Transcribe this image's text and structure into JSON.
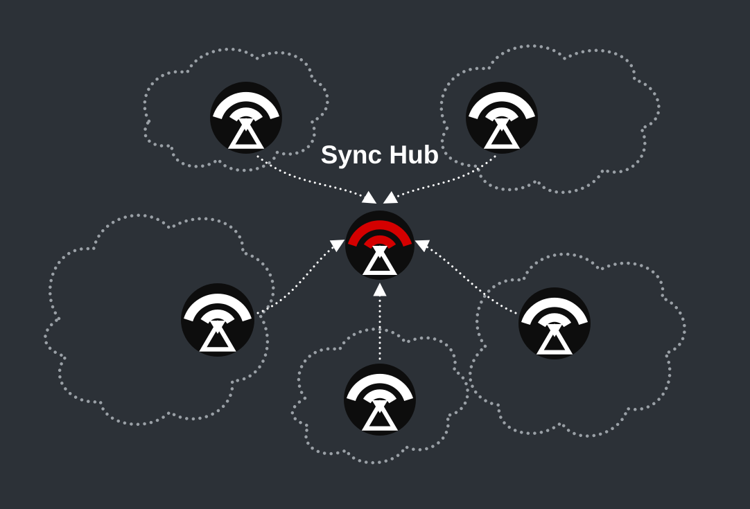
{
  "diagram": {
    "title": "Sync Hub",
    "type": "sync-topology",
    "colors": {
      "background": "#2c3137",
      "cloud_outline": "#9aa0a6",
      "arrow": "#ffffff",
      "node_fill": "#0d0d0d",
      "node_glyph": "#ffffff",
      "hub_accent": "#d40000",
      "title_text": "#ffffff"
    },
    "hub": {
      "id": "sync-hub",
      "icon": "sync-signal-hourglass-icon",
      "accent": "red"
    },
    "devices": [
      {
        "id": "device-top-left",
        "icon": "sync-signal-hourglass-icon",
        "cloud": "cloud-top-left"
      },
      {
        "id": "device-top-right",
        "icon": "sync-signal-hourglass-icon",
        "cloud": "cloud-top-right"
      },
      {
        "id": "device-mid-left",
        "icon": "sync-signal-hourglass-icon",
        "cloud": "cloud-mid-left"
      },
      {
        "id": "device-bottom-center",
        "icon": "sync-signal-hourglass-icon",
        "cloud": "cloud-bottom-center"
      },
      {
        "id": "device-mid-right",
        "icon": "sync-signal-hourglass-icon",
        "cloud": "cloud-mid-right"
      }
    ],
    "connections": [
      {
        "from": "device-top-left",
        "to": "sync-hub",
        "style": "dotted-arrow"
      },
      {
        "from": "device-top-right",
        "to": "sync-hub",
        "style": "dotted-arrow"
      },
      {
        "from": "device-mid-left",
        "to": "sync-hub",
        "style": "dotted-arrow"
      },
      {
        "from": "device-bottom-center",
        "to": "sync-hub",
        "style": "dotted-arrow"
      },
      {
        "from": "device-mid-right",
        "to": "sync-hub",
        "style": "dotted-arrow"
      }
    ]
  }
}
